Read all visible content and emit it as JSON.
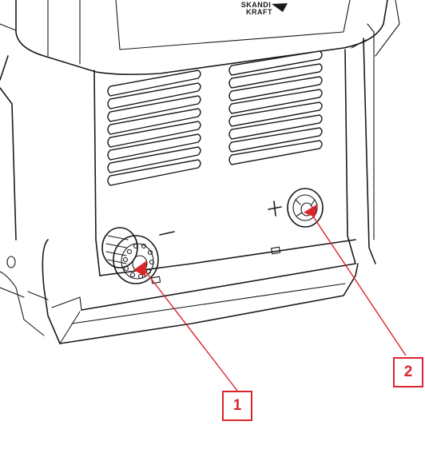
{
  "brand": {
    "line1": "SKANDI",
    "line2": "KRAFT"
  },
  "terminals": {
    "negative_symbol": "−",
    "positive_symbol": "+"
  },
  "callouts": [
    {
      "label": "1",
      "target": "negative-terminal"
    },
    {
      "label": "2",
      "target": "positive-terminal"
    }
  ],
  "colors": {
    "callout": "#d9262b",
    "line": "#1a1a1a"
  }
}
